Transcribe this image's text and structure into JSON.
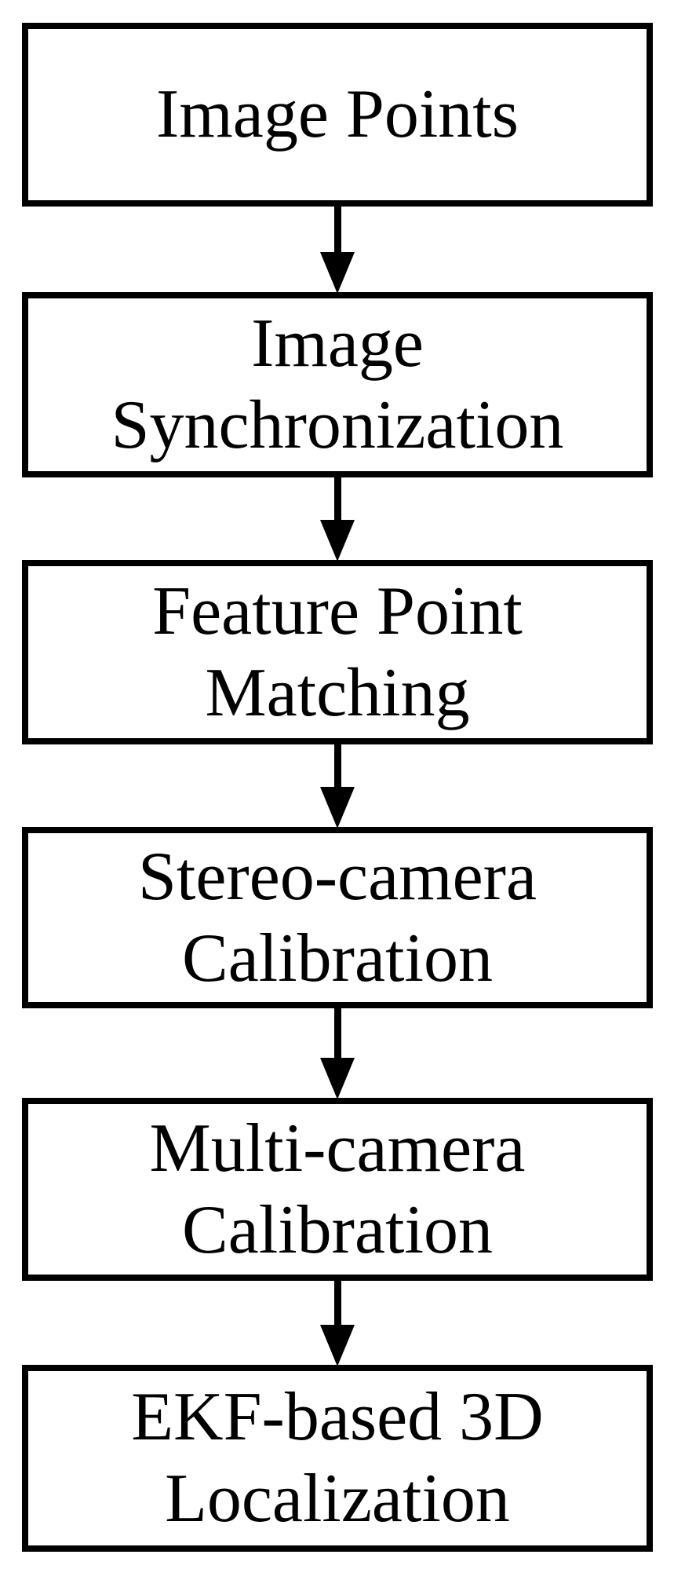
{
  "diagram": {
    "type": "flowchart",
    "background_color": "#ffffff",
    "line_color": "#000000",
    "nodes": [
      {
        "id": "image-points",
        "label": "Image Points",
        "lines": [
          "Image Points"
        ]
      },
      {
        "id": "image-synchronization",
        "label": "Image Synchronization",
        "lines": [
          "Image",
          "Synchronization"
        ]
      },
      {
        "id": "feature-point-matching",
        "label": "Feature Point Matching",
        "lines": [
          "Feature Point",
          "Matching"
        ]
      },
      {
        "id": "stereo-camera-calibration",
        "label": "Stereo-camera Calibration",
        "lines": [
          "Stereo-camera",
          "Calibration"
        ]
      },
      {
        "id": "multi-camera-calibration",
        "label": "Multi-camera Calibration",
        "lines": [
          "Multi-camera",
          "Calibration"
        ]
      },
      {
        "id": "ekf-based-3d-localization",
        "label": "EKF-based 3D Localization",
        "lines": [
          "EKF-based 3D",
          "Localization"
        ]
      }
    ],
    "edges": [
      {
        "from": "image-points",
        "to": "image-synchronization",
        "direction": "down"
      },
      {
        "from": "image-synchronization",
        "to": "feature-point-matching",
        "direction": "down"
      },
      {
        "from": "feature-point-matching",
        "to": "stereo-camera-calibration",
        "direction": "down"
      },
      {
        "from": "stereo-camera-calibration",
        "to": "multi-camera-calibration",
        "direction": "down"
      },
      {
        "from": "multi-camera-calibration",
        "to": "ekf-based-3d-localization",
        "direction": "down"
      }
    ]
  }
}
